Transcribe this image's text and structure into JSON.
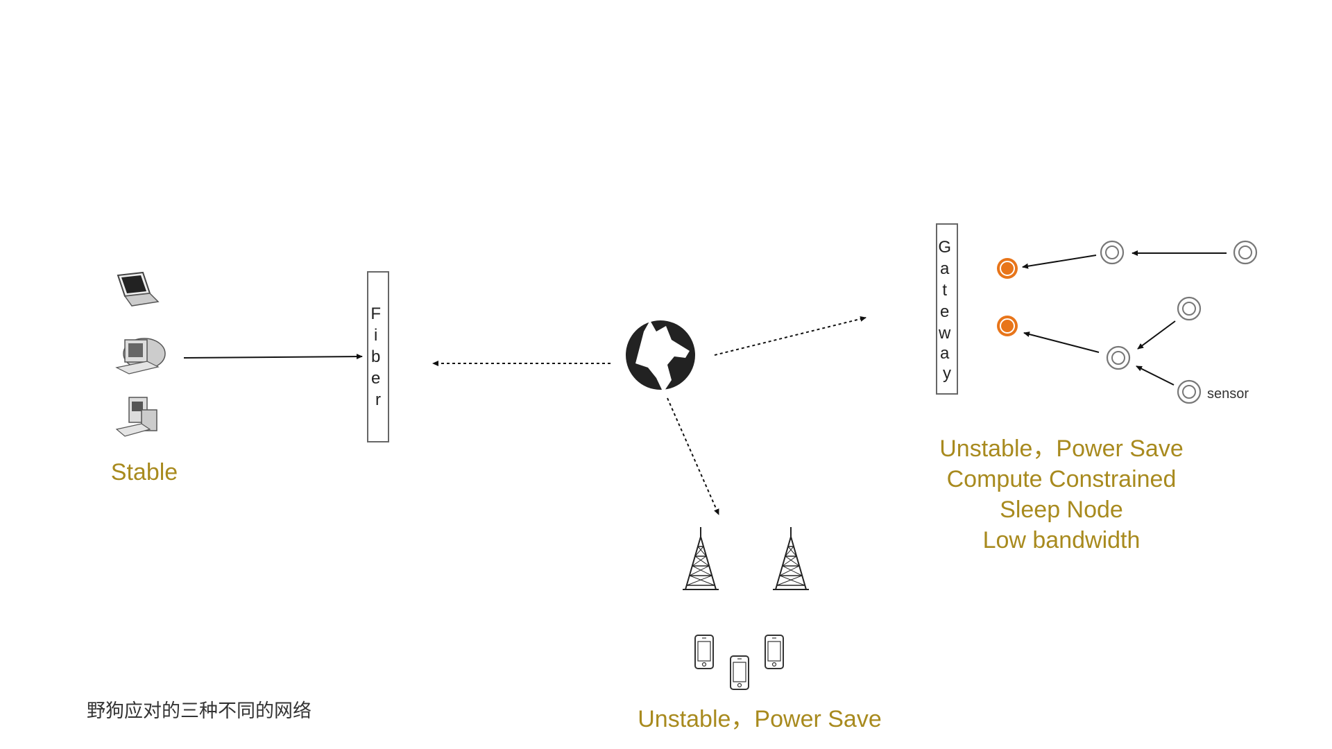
{
  "diagram": {
    "fiber_box": {
      "label": "Fiber"
    },
    "gateway_box": {
      "label": "Gateway"
    },
    "sensor_label": "sensor",
    "stable_label": "Stable",
    "iot_caption": [
      "Unstable，Power Save",
      "Compute Constrained",
      "Sleep Node",
      "Low bandwidth"
    ],
    "mobile_caption": "Unstable，Power Save",
    "footer_caption": "野狗应对的三种不同的网络",
    "icons": [
      "laptop-icon",
      "desktop-icon",
      "desktop-tower-icon",
      "wolf-logo-icon",
      "cell-tower-icon",
      "smartphone-icon",
      "sensor-node-icon"
    ],
    "colors": {
      "accent": "#a88a1e",
      "active_node": "#e8751a",
      "line": "#111111"
    }
  }
}
